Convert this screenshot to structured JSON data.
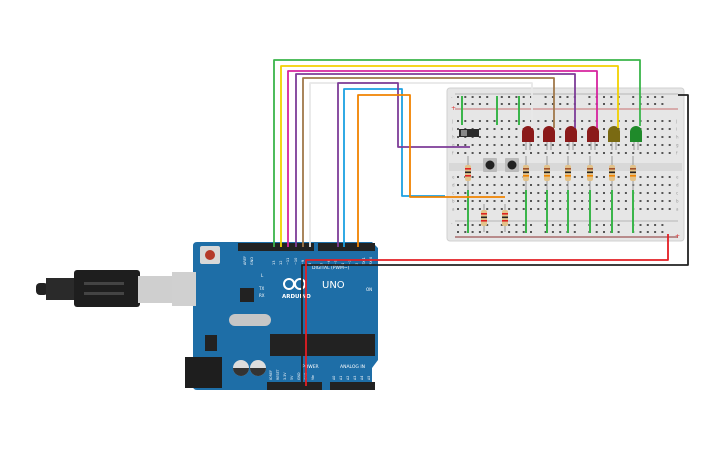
{
  "arduino": {
    "brand": "ARDUINO",
    "model": "UNO",
    "digital_label": "DIGITAL (PWM~)",
    "power_label": "POWER",
    "analog_label": "ANALOG IN",
    "on_label": "ON",
    "l_label": "L",
    "tx_label": "TX",
    "rx_label": "RX",
    "digital_pins": [
      "AREF",
      "GND",
      "13",
      "12",
      "~11",
      "~10",
      "~9",
      "8",
      "7",
      "~6",
      "~5",
      "4",
      "~3",
      "2",
      "TX 1",
      "RX 0"
    ],
    "power_pins": [
      "IOREF",
      "RESET",
      "3.3V",
      "5V",
      "GND",
      "GND",
      "Vin"
    ],
    "analog_pins": [
      "A0",
      "A1",
      "A2",
      "A3",
      "A4",
      "A5"
    ]
  },
  "breadboard": {
    "rows_top": [
      "j",
      "i",
      "h",
      "g",
      "f"
    ],
    "rows_bottom": [
      "e",
      "d",
      "c",
      "b",
      "a"
    ],
    "rail_minus": "-",
    "rail_plus": "+",
    "columns": 30
  },
  "components": {
    "leds": [
      {
        "color": "#8b1a1a"
      },
      {
        "color": "#8b1a1a"
      },
      {
        "color": "#8b1a1a"
      },
      {
        "color": "#8b1a1a"
      },
      {
        "color": "#7a6a12"
      },
      {
        "color": "#1f8a2a"
      }
    ]
  },
  "wire_colors": {
    "pin13": "#3ab54a",
    "pin12": "#f2d100",
    "pin11": "#d6249f",
    "pin10": "#7d3c98",
    "pin9": "#a0784a",
    "pin8": "#e8e8e8",
    "pin5": "#7d3c98",
    "pin4": "#1ba1e2",
    "pin2": "#f08300",
    "power_5v": "#e31e24",
    "ground": "#222222"
  }
}
